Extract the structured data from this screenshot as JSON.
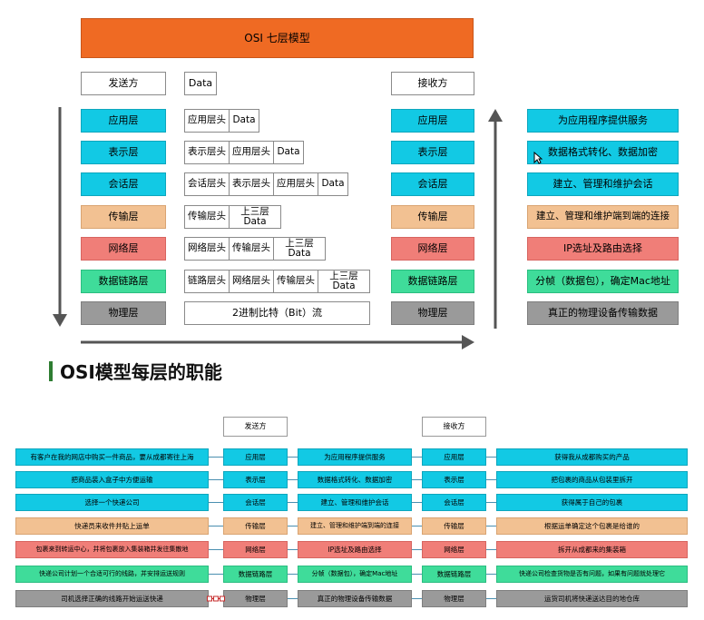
{
  "title": "OSI 七层模型",
  "send_label": "发送方",
  "data_label": "Data",
  "recv_label": "接收方",
  "layers": [
    "应用层",
    "表示层",
    "会话层",
    "传输层",
    "网络层",
    "数据链路层",
    "物理层"
  ],
  "headers": {
    "app": "应用层头",
    "pres": "表示层头",
    "sess": "会话层头",
    "trans": "传输层头",
    "net": "网络层头",
    "link": "链路层头",
    "upper_top": "上三层",
    "upper_bottom": "Data",
    "bitstream": "2进制比特（Bit）流"
  },
  "descriptions": [
    "为应用程序提供服务",
    "数据格式转化、数据加密",
    "建立、管理和维护会话",
    "建立、管理和维护端到端的连接",
    "IP选址及路由选择",
    "分帧（数据包），确定Mac地址",
    "真正的物理设备传输数据"
  ],
  "section_heading": "OSI模型每层的职能",
  "bottom": {
    "send_label": "发送方",
    "recv_label": "接收方",
    "sender_examples": [
      "有客户在我的网店中购买一件商品，要从成都寄往上海",
      "把商品装入盒子中方便运输",
      "选择一个快递公司",
      "快递员来收件并贴上运单",
      "包裹来到转运中心，并将包裹放入集装箱并发往集散地",
      "快递公司计划一个合适可行的线路，并安排运送规则",
      "司机选择正确的线路开始运送快递"
    ],
    "receiver_examples": [
      "获得我从成都购买的产品",
      "把包裹的商品从包装里拆开",
      "获得属于自己的包裹",
      "根据运单确定这个包裹是给谁的",
      "拆开从成都来的集装箱",
      "快递公司检查货物是否有问题，如果有问题就处理它",
      "运货司机将快递送达目的地仓库"
    ]
  },
  "colors": {
    "title": "#ef6a23",
    "cyan": "#12c9e4",
    "peach": "#f2c192",
    "red": "#f07e78",
    "green": "#3fdc9a",
    "gray": "#9a9a9a",
    "heading_mark": "#2e7d32"
  }
}
